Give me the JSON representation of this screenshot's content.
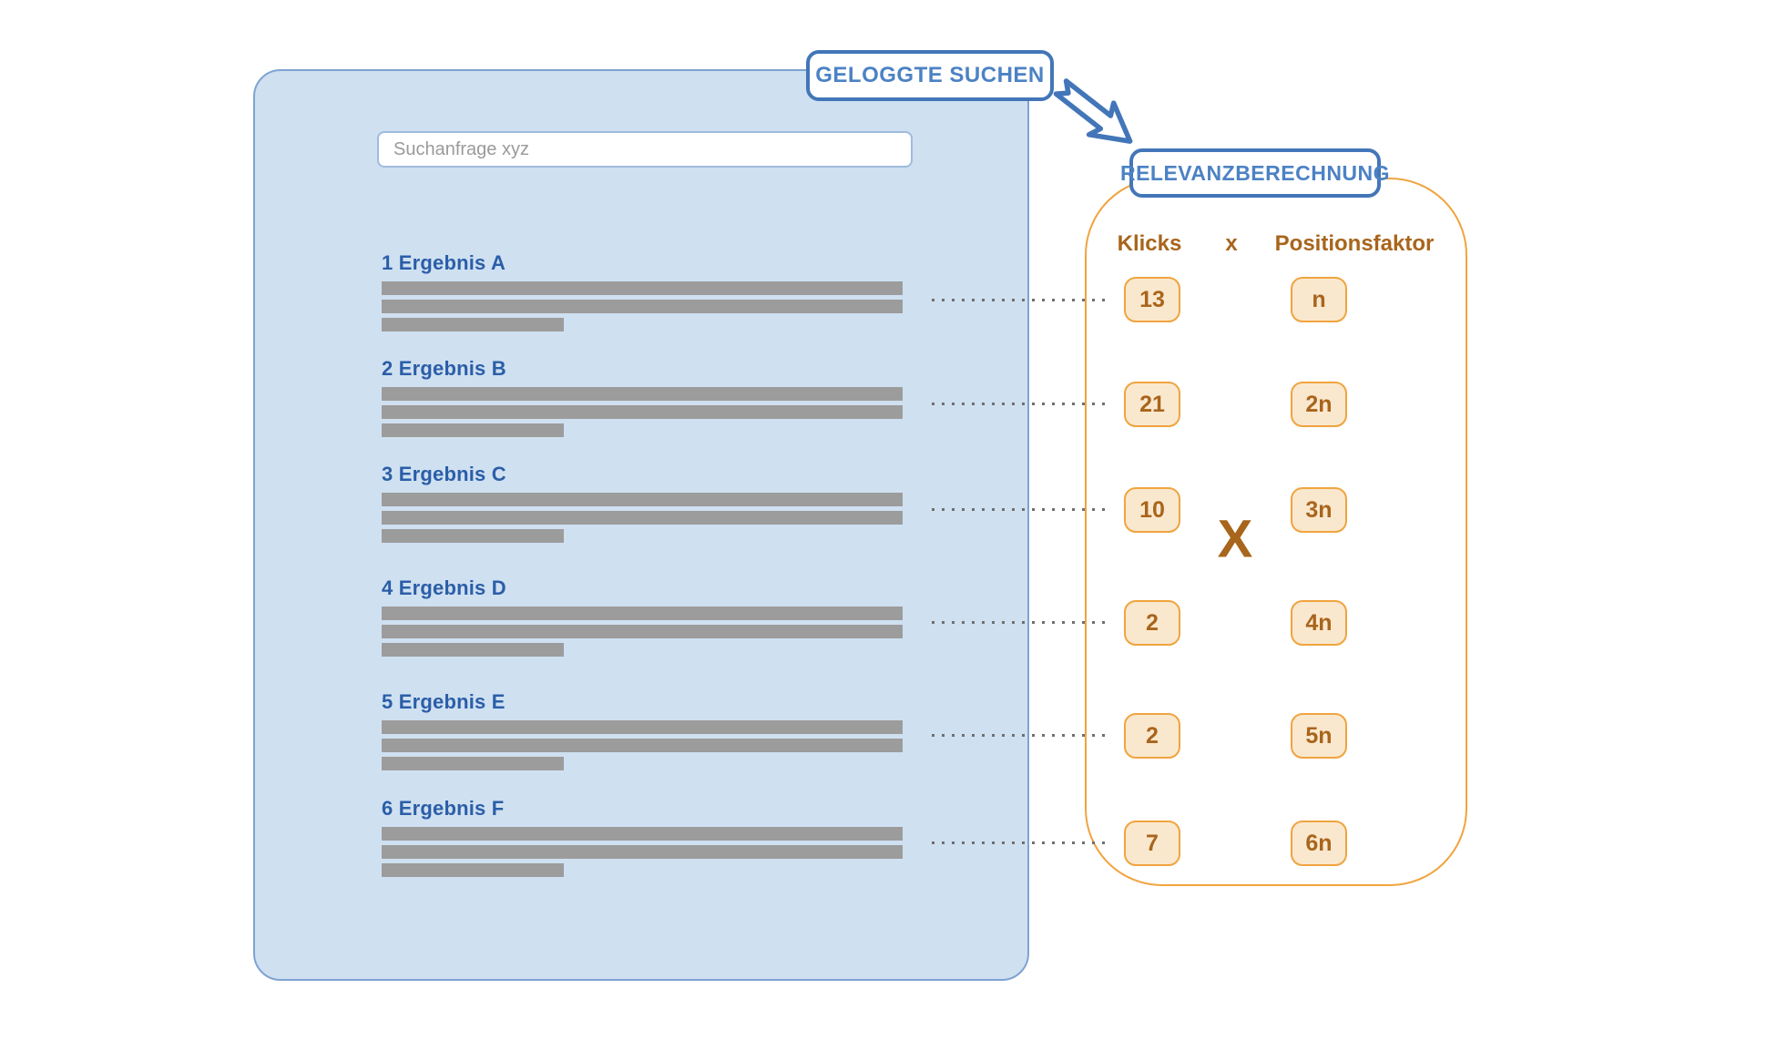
{
  "labels": {
    "logged_searches": "GELOGGTE SUCHEN",
    "relevance_calculation": "RELEVANZBERECHNUNG"
  },
  "search_panel": {
    "search_input": {
      "placeholder": "Suchanfrage xyz"
    },
    "results": [
      {
        "title": "1 Ergebnis A"
      },
      {
        "title": "2 Ergebnis B"
      },
      {
        "title": "3 Ergebnis C"
      },
      {
        "title": "4 Ergebnis D"
      },
      {
        "title": "5 Ergebnis E"
      },
      {
        "title": "6 Ergebnis F"
      }
    ]
  },
  "calc": {
    "headers": {
      "clicks": "Klicks",
      "operator": "x",
      "position_factor": "Positionsfaktor"
    },
    "multiply_symbol": "X",
    "rows": [
      {
        "clicks": "13",
        "factor": "n"
      },
      {
        "clicks": "21",
        "factor": "2n"
      },
      {
        "clicks": "10",
        "factor": "3n"
      },
      {
        "clicks": "2",
        "factor": "4n"
      },
      {
        "clicks": "2",
        "factor": "5n"
      },
      {
        "clicks": "7",
        "factor": "6n"
      }
    ]
  },
  "colors": {
    "accent_blue": "#4376B8",
    "panel_blue_fill": "#CFE0F1",
    "result_title_blue": "#2B5EA8",
    "accent_orange": "#F0A43F",
    "box_fill_peach": "#FAE8CE",
    "brown_text": "#A8651C",
    "bar_gray": "#9C9C9C"
  }
}
